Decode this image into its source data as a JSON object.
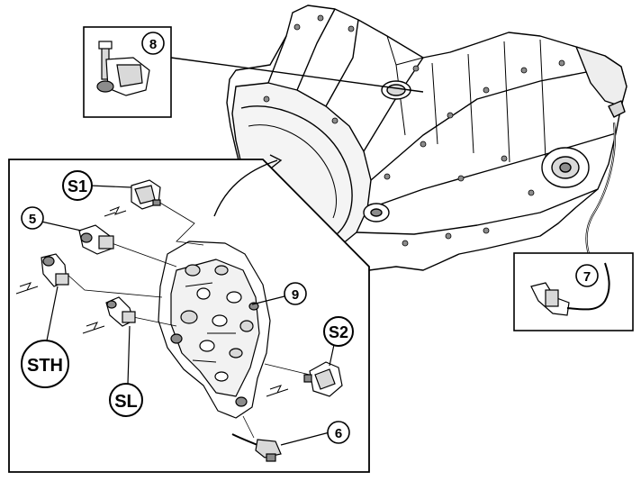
{
  "callouts": {
    "c8": "8",
    "c7": "7",
    "cS1": "S1",
    "c5": "5",
    "c9": "9",
    "cSTH": "STH",
    "cSL": "SL",
    "cS2": "S2",
    "c6": "6"
  },
  "colors": {
    "line": "#000000",
    "fill": "#ffffff",
    "shade": "#d9d9d9",
    "dark": "#8c8c8c"
  }
}
